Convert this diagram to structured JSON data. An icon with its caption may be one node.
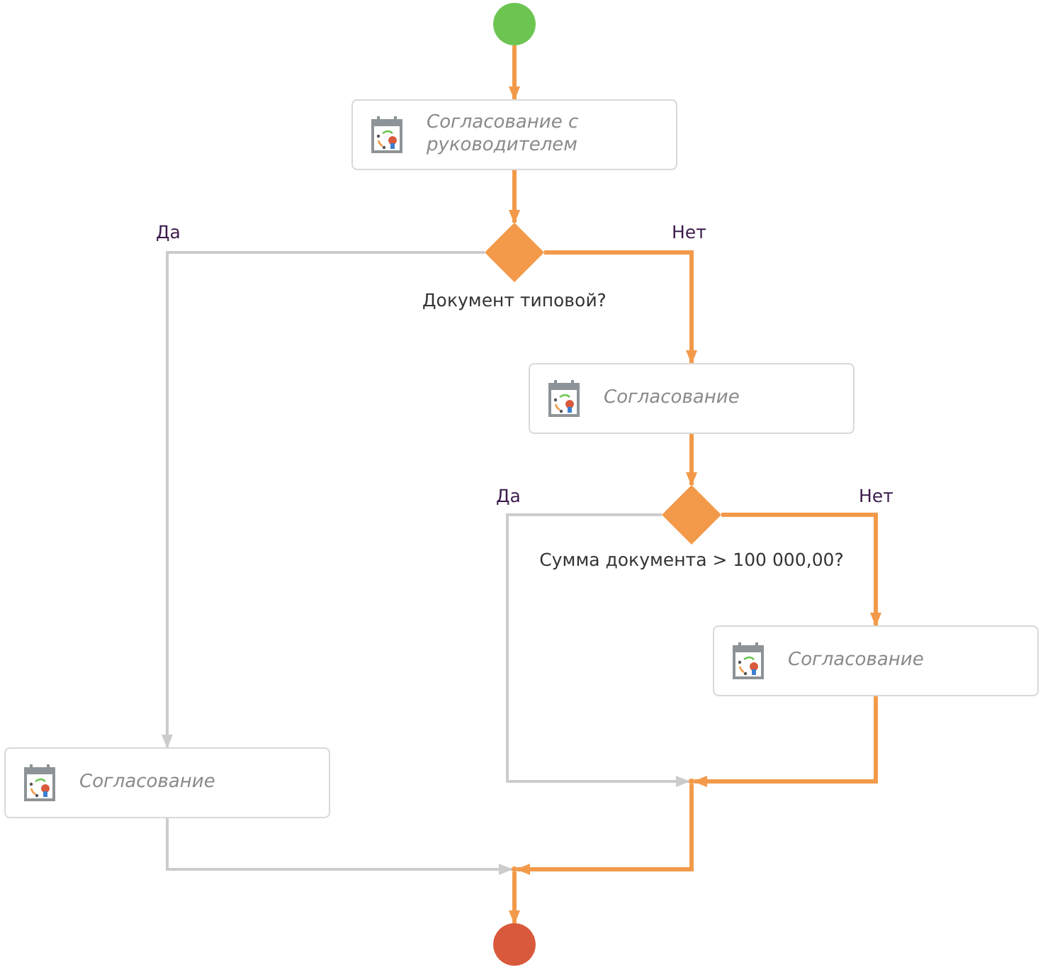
{
  "diagram": {
    "nodes": [
      {
        "text": [],
        "shape": "circle"
      },
      {
        "text": [
          "Согласование с руководителем"
        ]
      },
      {
        "text": [],
        "shape": "diamond",
        "beside": [
          "Документ типовой?"
        ]
      },
      {
        "text": [
          "Согласование"
        ]
      },
      {
        "text": [],
        "shape": "diamond",
        "beside": [
          "Сумма документа > 100 000,00?"
        ]
      },
      {
        "text": [
          "Согласование"
        ]
      },
      {
        "text": [],
        "shape": "point"
      },
      {
        "text": [
          "Согласование"
        ]
      },
      {
        "text": [],
        "shape": "point"
      },
      {
        "text": [],
        "shape": "circle"
      }
    ],
    "edges": [
      {
        "from": 0,
        "to": 1,
        "arrow": "to"
      },
      {
        "from": 1,
        "to": 2,
        "arrow": "to"
      },
      {
        "from": 2,
        "to": 7,
        "arrow": "to",
        "label": "Да",
        "color": "#cccccc"
      },
      {
        "from": 2,
        "to": 3,
        "arrow": "to",
        "label": "Нет"
      },
      {
        "from": 3,
        "to": 4,
        "arrow": "to"
      },
      {
        "from": 4,
        "to": 6,
        "arrow": "to",
        "label": "Да",
        "color": "#cccccc"
      },
      {
        "from": 4,
        "to": 5,
        "arrow": "to",
        "label": "Нет"
      },
      {
        "from": 5,
        "to": 6,
        "arrow": "to"
      },
      {
        "from": 6,
        "to": 8,
        "arrow": "to"
      },
      {
        "from": 7,
        "to": 8,
        "arrow": "to",
        "color": "#cccccc"
      },
      {
        "from": 8,
        "to": 9,
        "arrow": "to"
      }
    ]
  }
}
